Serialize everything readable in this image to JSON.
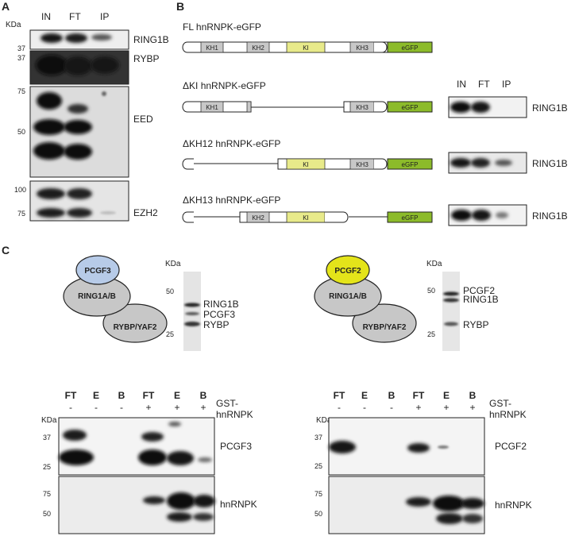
{
  "panel_labels": {
    "a": "A",
    "b": "B",
    "c": "C"
  },
  "panel_a": {
    "unit": "KDa",
    "lanes": [
      "IN",
      "FT",
      "IP"
    ],
    "markers": {
      "m37a": "37",
      "m37b": "37",
      "m75": "75",
      "m50": "50",
      "m100": "100",
      "m75b": "75"
    },
    "blots": {
      "ring1b": "RING1B",
      "rybp": "RYBP",
      "eed": "EED",
      "ezh2": "EZH2"
    }
  },
  "panel_b": {
    "constructs": [
      {
        "title": "FL hnRNPK-eGFP"
      },
      {
        "title": "ΔKI hnRNPK-eGFP"
      },
      {
        "title": "ΔKH12 hnRNPK-eGFP"
      },
      {
        "title": "ΔKH13 hnRNPK-eGFP"
      }
    ],
    "domains": {
      "kh1": "KH1",
      "kh2": "KH2",
      "ki": "KI",
      "kh3": "KH3",
      "egfp": "eGFP"
    },
    "lanes": [
      "IN",
      "FT",
      "IP"
    ],
    "blot_label": "RING1B"
  },
  "panel_c": {
    "left": {
      "complex": {
        "pcgf": "PCGF3",
        "ring": "RING1A/B",
        "rybp": "RYBP/YAF2"
      },
      "gel": {
        "unit": "KDa",
        "m50": "50",
        "m25": "25",
        "b1": "RING1B",
        "b2": "PCGF3",
        "b3": "RYBP"
      },
      "lanes": [
        "FT",
        "E",
        "B",
        "FT",
        "E",
        "B"
      ],
      "signs": [
        "-",
        "-",
        "-",
        "+",
        "+",
        "+"
      ],
      "gst_label": [
        "GST-",
        "hnRNPK"
      ],
      "unit": "KDa",
      "top_markers": {
        "m37": "37",
        "m25": "25"
      },
      "bottom_markers": {
        "m75": "75",
        "m50": "50"
      },
      "top_blot": "PCGF3",
      "bottom_blot": "hnRNPK"
    },
    "right": {
      "complex": {
        "pcgf": "PCGF2",
        "ring": "RING1A/B",
        "rybp": "RYBP/YAF2"
      },
      "gel": {
        "unit": "KDa",
        "m50": "50",
        "m25": "25",
        "b1": "PCGF2",
        "b2": "RING1B",
        "b3": "RYBP"
      },
      "lanes": [
        "FT",
        "E",
        "B",
        "FT",
        "E",
        "B"
      ],
      "signs": [
        "-",
        "-",
        "-",
        "+",
        "+",
        "+"
      ],
      "gst_label": [
        "GST-",
        "hnRNPK"
      ],
      "unit": "KDa",
      "top_markers": {
        "m37": "37",
        "m25": "25"
      },
      "bottom_markers": {
        "m75": "75",
        "m50": "50"
      },
      "top_blot": "PCGF2",
      "bottom_blot": "hnRNPK"
    }
  },
  "colors": {
    "pcgf3": "#b7cbe8",
    "pcgf2": "#e4e41a",
    "ki_domain": "#e8ea8a",
    "egfp_domain": "#8cbb2a",
    "kh_domain": "#c8c8c8",
    "complex_grey": "#c7c7c7"
  }
}
